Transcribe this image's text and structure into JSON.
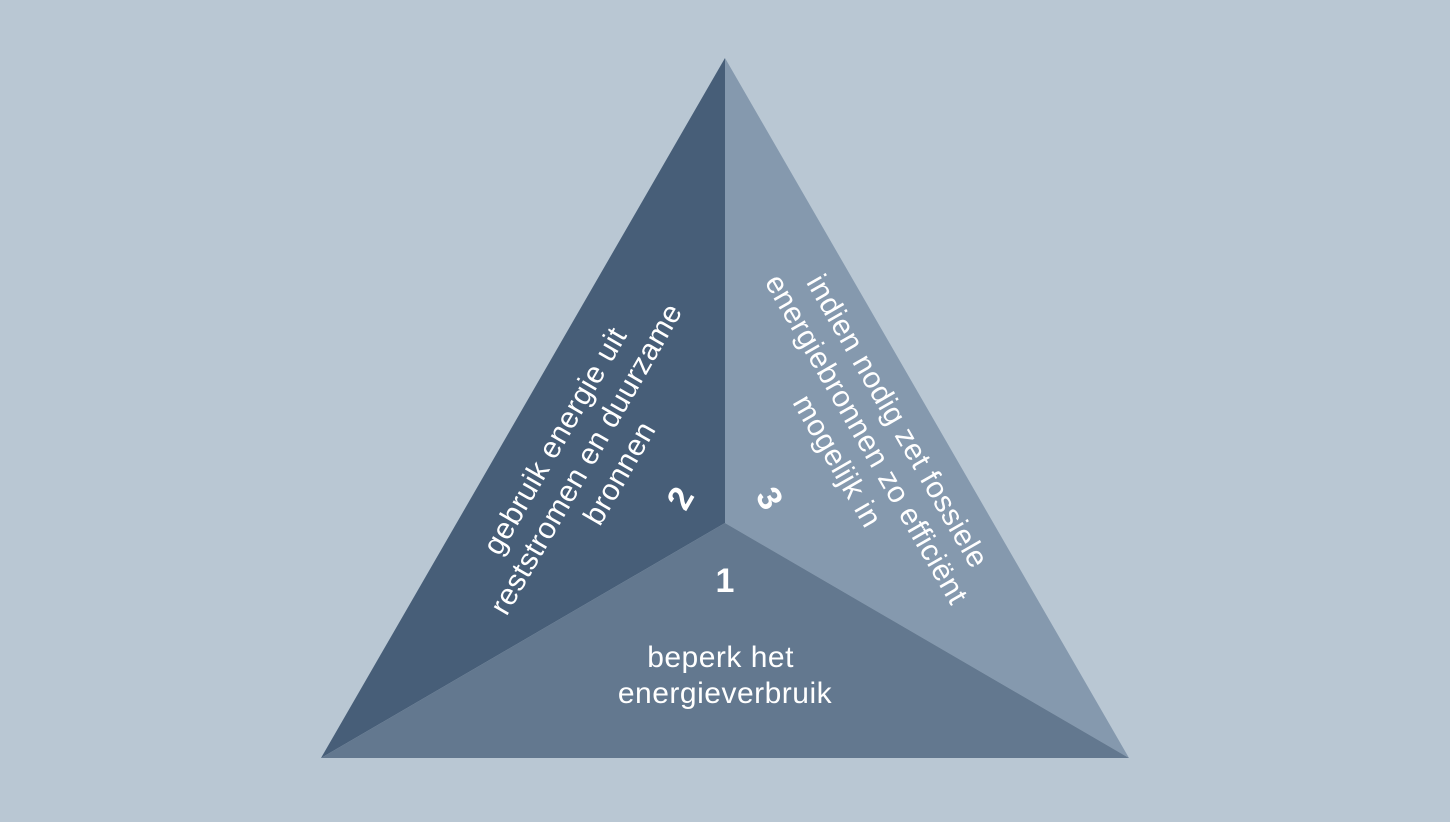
{
  "colors": {
    "background": "#b9c7d3",
    "segment_left": "#475e78",
    "segment_right": "#8599ae",
    "segment_bottom": "#63788f",
    "text": "#ffffff"
  },
  "segments": [
    {
      "number": "1",
      "lines": [
        "beperk het",
        "energieverbruik"
      ]
    },
    {
      "number": "2",
      "lines": [
        "gebruik energie uit",
        "reststromen en duurzame",
        "bronnen"
      ]
    },
    {
      "number": "3",
      "lines": [
        "indien nodig zet fossiele",
        "energiebronnen zo efficiënt",
        "mogelijk in"
      ]
    }
  ]
}
